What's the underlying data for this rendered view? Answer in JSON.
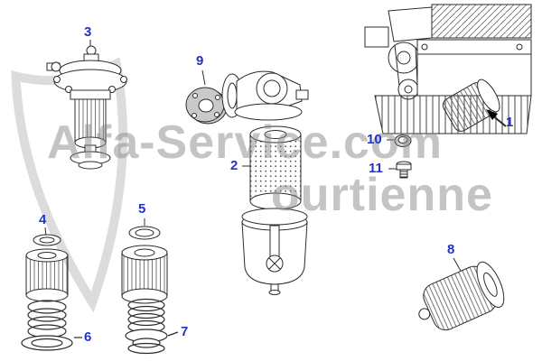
{
  "diagram": {
    "labels": {
      "p1": "1",
      "p2": "2",
      "p3": "3",
      "p4": "4",
      "p5": "5",
      "p6": "6",
      "p7": "7",
      "p8": "8",
      "p9": "9",
      "p10": "10",
      "p11": "11"
    },
    "watermark": {
      "line1": "Alfa-Service.com",
      "line2": "ourtienne"
    },
    "colors": {
      "label_blue": "#2233cc",
      "line_dark": "#2b2b2b",
      "watermark_gray": "#8a8a8a",
      "shield_gray": "#dcdcdc"
    }
  }
}
